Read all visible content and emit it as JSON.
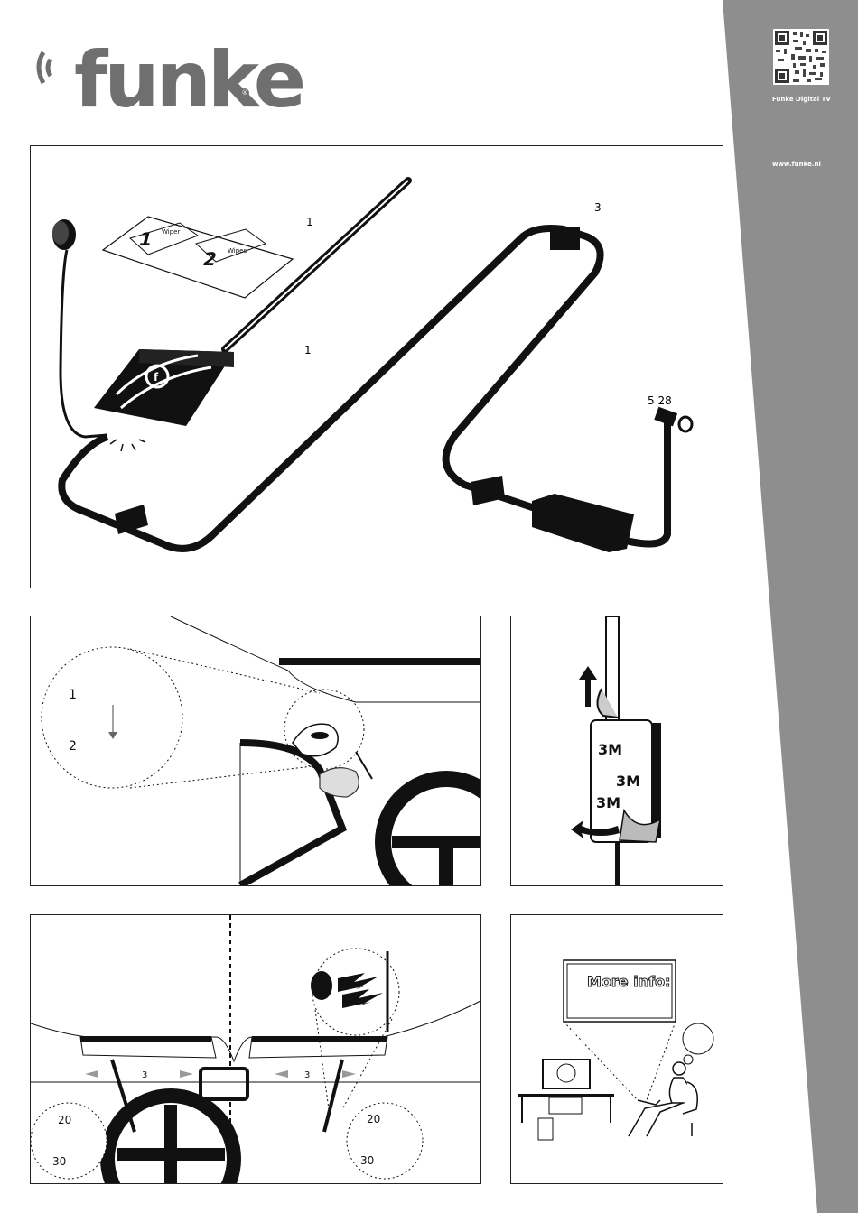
{
  "brand": {
    "logo_text": "funke",
    "registered_mark": "®",
    "qr_caption": "Funke Digital TV",
    "website": "www.funke.nl"
  },
  "colors": {
    "sidebar_gray": "#8e8e8e",
    "logo_gray": "#6f6f6f",
    "line": "#111111"
  },
  "panel_main": {
    "label_cable_1": "1",
    "label_cable_2": "1",
    "label_cable_3": "3",
    "label_connector": "5  28",
    "wipe_card_1": "Wiper",
    "wipe_card_1_num": "1",
    "wipe_card_2": "Wipes",
    "wipe_card_2_num": "2"
  },
  "panel_clean": {
    "step_1": "1",
    "step_2": "2"
  },
  "panel_tape": {
    "tape_1": "3M",
    "tape_2": "3M",
    "tape_3": "3M"
  },
  "panel_mount": {
    "dist_left": "3",
    "dist_right": "3",
    "circle_left_top": "20",
    "circle_left_bottom": "30",
    "circle_right_top": "20",
    "circle_right_bottom": "30"
  },
  "panel_info": {
    "screen_text": "More info:"
  }
}
